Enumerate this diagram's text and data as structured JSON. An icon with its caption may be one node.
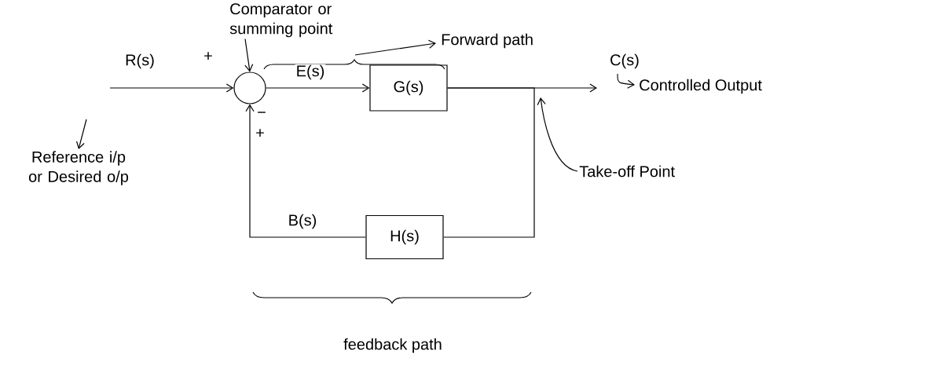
{
  "diagram": {
    "nodes": [
      {
        "text": [],
        "shape": "circle"
      },
      {
        "text": [
          "G(s)"
        ]
      },
      {
        "text": [
          "H(s)"
        ]
      },
      {
        "text": [
          "Comparator or summing point"
        ]
      },
      {
        "text": [
          "Take-off Point"
        ]
      },
      {
        "text": [
          "Reference i/p or Desired o/p"
        ]
      }
    ],
    "edges": [
      {
        "from": null,
        "to": 0,
        "arrow": "to",
        "label": "R(s)"
      },
      {
        "from": 0,
        "to": 1,
        "arrow": "to",
        "label": "E(s)"
      },
      {
        "from": 1,
        "to": null,
        "arrow": "to",
        "label": "C(s)"
      },
      {
        "from": 1,
        "to": 2,
        "arrow": "none"
      },
      {
        "from": 2,
        "to": 0,
        "arrow": "to",
        "label": "B(s)"
      },
      {
        "from": 3,
        "to": 0,
        "arrow": "to"
      },
      {
        "from": 4,
        "to": null,
        "arrow": "to"
      },
      {
        "from": null,
        "to": 5,
        "arrow": "to"
      }
    ],
    "labels": [
      "+",
      "−",
      "+",
      "Forward path",
      "Controlled Output",
      "feedback path"
    ]
  }
}
